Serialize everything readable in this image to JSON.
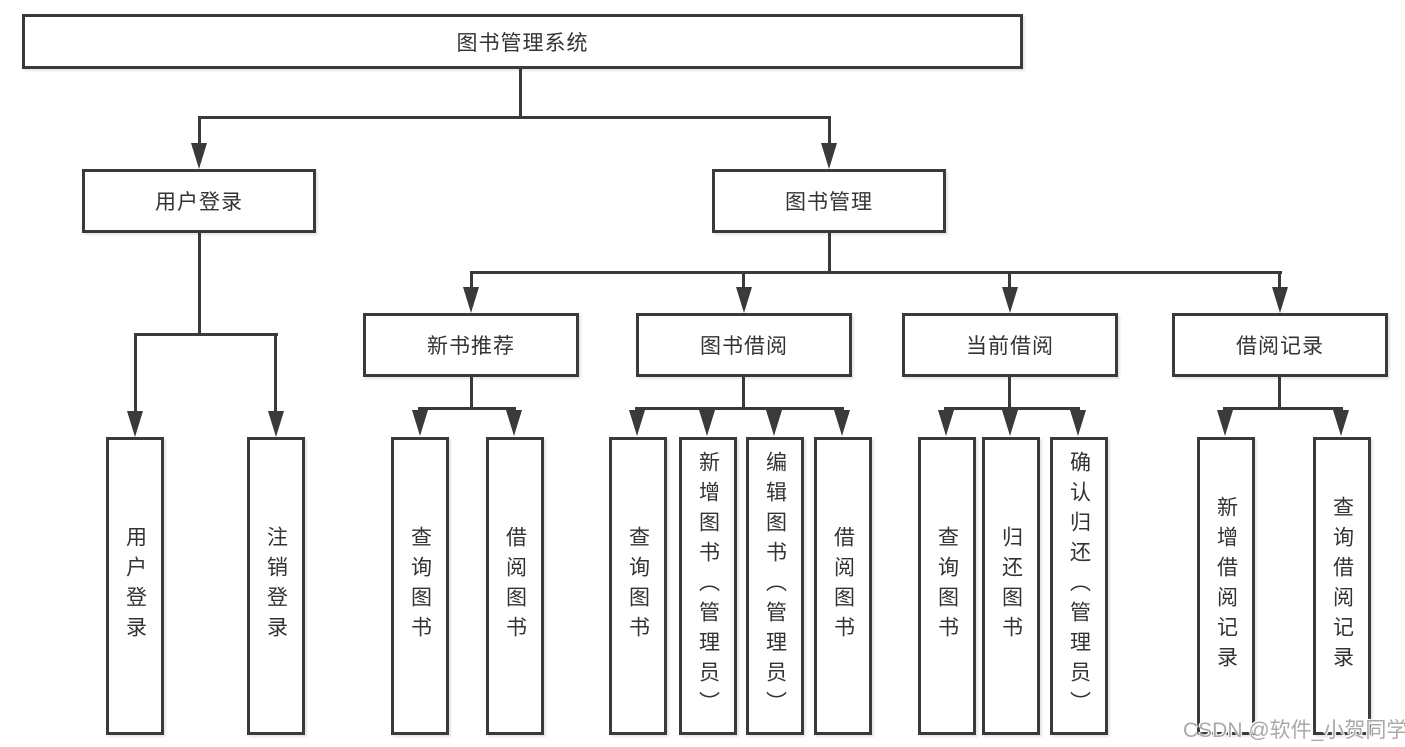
{
  "diagram": {
    "root": {
      "label": "图书管理系统"
    },
    "level2": [
      {
        "label": "用户登录"
      },
      {
        "label": "图书管理"
      }
    ],
    "level3": [
      {
        "label": "新书推荐"
      },
      {
        "label": "图书借阅"
      },
      {
        "label": "当前借阅"
      },
      {
        "label": "借阅记录"
      }
    ],
    "leaves": [
      {
        "label": "用户登录"
      },
      {
        "label": "注销登录"
      },
      {
        "label": "查询图书"
      },
      {
        "label": "借阅图书"
      },
      {
        "label": "查询图书"
      },
      {
        "label": "新增图书（管理员）"
      },
      {
        "label": "编辑图书（管理员）"
      },
      {
        "label": "借阅图书"
      },
      {
        "label": "查询图书"
      },
      {
        "label": "归还图书"
      },
      {
        "label": "确认归还（管理员）"
      },
      {
        "label": "新增借阅记录"
      },
      {
        "label": "查询借阅记录"
      }
    ],
    "watermark": "CSDN @软件_小贺同学",
    "colors": {
      "line": "#3a3a3a",
      "text": "#333333",
      "watermark": "#a9a9a9",
      "background": "#ffffff"
    }
  }
}
